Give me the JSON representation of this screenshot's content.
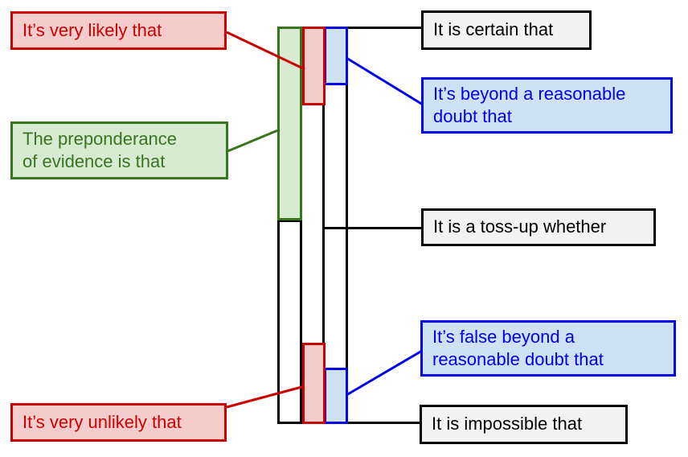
{
  "colors": {
    "red": "#cc0000",
    "red_fill": "#f4cccc",
    "green": "#38761d",
    "green_fill": "#d9ead3",
    "blue": "#0000ee",
    "blue_fill": "#cfe2f3",
    "black": "#000000",
    "gray_fill": "#f3f3f3"
  },
  "diagram": {
    "left_labels": {
      "very_likely": {
        "text": "It’s very likely that",
        "color": "#cc0000"
      },
      "preponderance": {
        "line1": "The preponderance",
        "line2": "of evidence is that",
        "color": "#38761d"
      },
      "very_unlikely": {
        "text": "It’s very unlikely that",
        "color": "#cc0000"
      }
    },
    "right_labels": {
      "certain": {
        "text": "It is certain that",
        "color": "#000000"
      },
      "beyond_doubt": {
        "line1": "It’s beyond a reasonable",
        "line2": "doubt that",
        "color": "#0000ee"
      },
      "toss_up": {
        "text": "It is a toss-up whether",
        "color": "#000000"
      },
      "false_beyond": {
        "line1": "It’s false beyond a",
        "line2": "reasonable doubt that",
        "color": "#0000ee"
      },
      "impossible": {
        "text": "It is impossible that",
        "color": "#000000"
      }
    }
  }
}
